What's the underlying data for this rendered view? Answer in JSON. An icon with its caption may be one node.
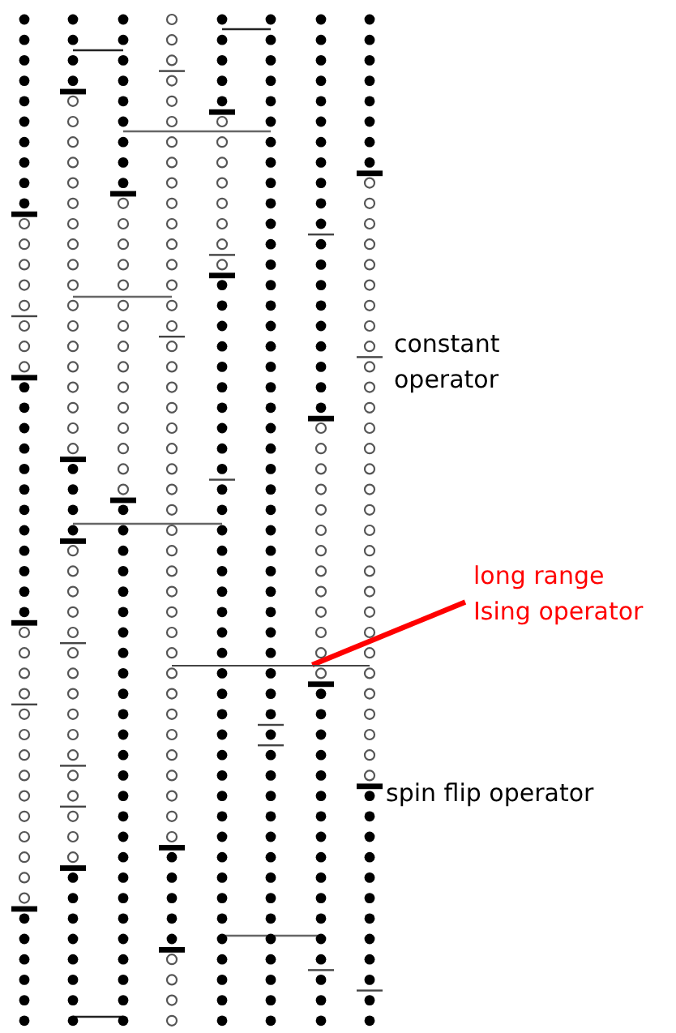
{
  "diagram": {
    "nodes": [
      {
        "text": [
          "long range Ising operator"
        ]
      },
      {
        "text": [],
        "shape": "bar"
      }
    ],
    "edges": [
      {
        "from": 0,
        "to": 1,
        "arrow": "none"
      }
    ],
    "labels": [
      "constant operator",
      "spin flip operator"
    ]
  }
}
